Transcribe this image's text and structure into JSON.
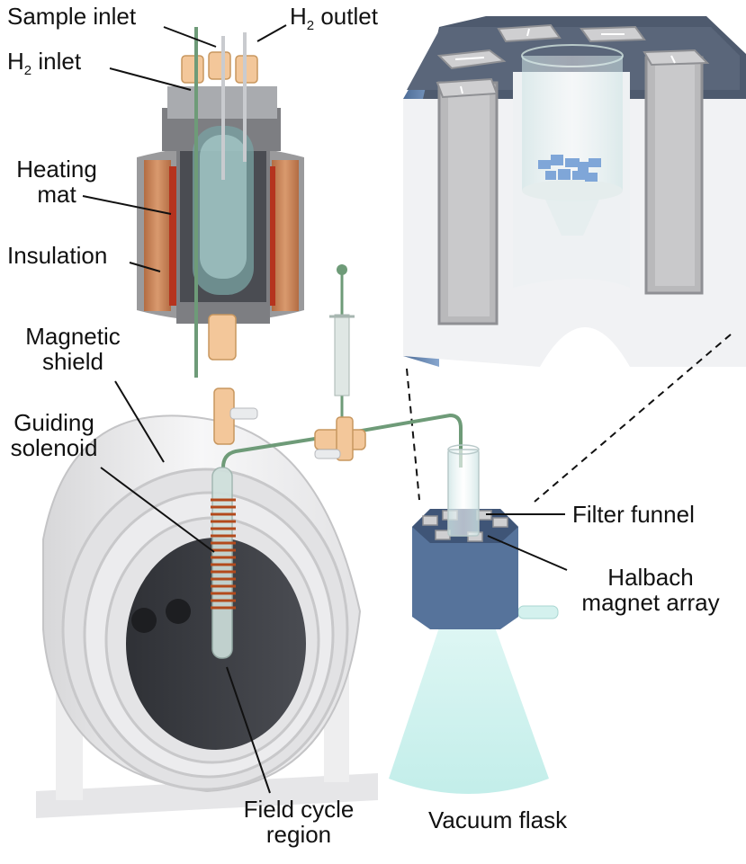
{
  "labels": {
    "sample_inlet": "Sample inlet",
    "h2_outlet_prefix": "H",
    "h2_outlet_sub": "2",
    "h2_outlet_suffix": " outlet",
    "h2_inlet_prefix": "H",
    "h2_inlet_sub": "2",
    "h2_inlet_suffix": " inlet",
    "heating_mat_line1": "Heating",
    "heating_mat_line2": "mat",
    "insulation": "Insulation",
    "magnetic_shield_line1": "Magnetic",
    "magnetic_shield_line2": "shield",
    "guiding_solenoid_line1": "Guiding",
    "guiding_solenoid_line2": "solenoid",
    "field_cycle_line1": "Field cycle",
    "field_cycle_line2": "region",
    "filter_funnel": "Filter funnel",
    "halbach_line1": "Halbach",
    "halbach_line2": "magnet array",
    "vacuum_flask": "Vacuum flask"
  },
  "colors": {
    "insulation": "#c8835a",
    "heating": "#b5331e",
    "shield": "#e9e9ea",
    "halbach": "#56739b",
    "tube": "#6e9b78",
    "fittings": "#f3c79a",
    "flask": "#bfeeea"
  }
}
